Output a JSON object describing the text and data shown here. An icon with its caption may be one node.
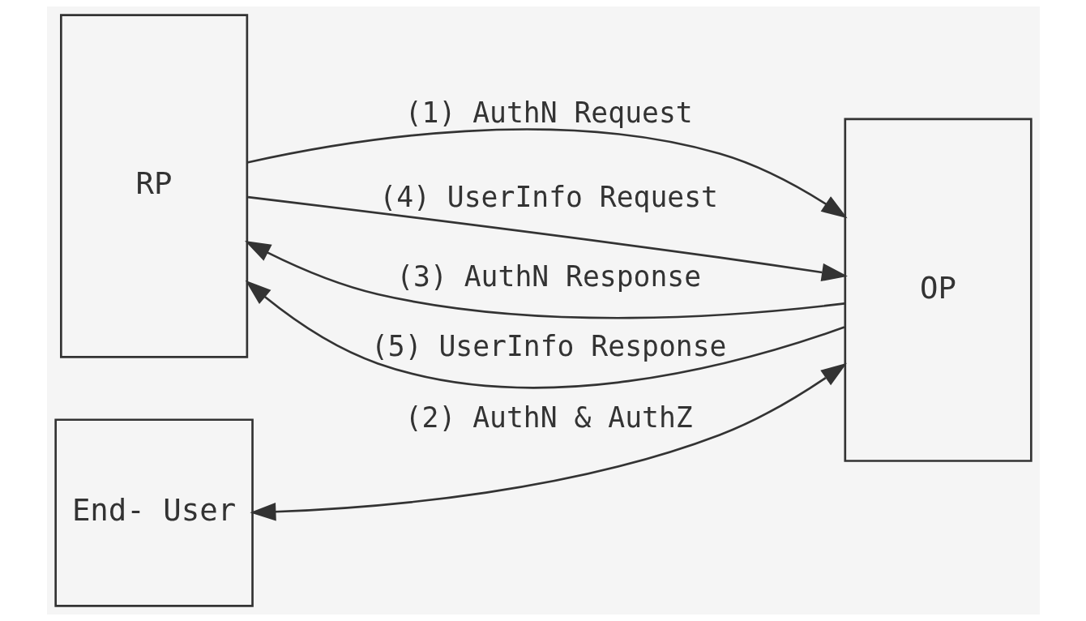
{
  "diagram": {
    "nodes": [
      {
        "text": [
          "RP"
        ]
      },
      {
        "text": [
          "End- User"
        ]
      },
      {
        "text": [
          "OP"
        ]
      }
    ],
    "edges": [
      {
        "from": 0,
        "to": 2,
        "arrow": "to",
        "label": "(1) AuthN Request"
      },
      {
        "from": 1,
        "to": 2,
        "arrow": "both",
        "label": "(2) AuthN & AuthZ"
      },
      {
        "from": 2,
        "to": 0,
        "arrow": "to",
        "label": "(3) AuthN Response"
      },
      {
        "from": 0,
        "to": 2,
        "arrow": "to",
        "label": "(4) UserInfo Request"
      },
      {
        "from": 2,
        "to": 0,
        "arrow": "to",
        "label": "(5) UserInfo Response"
      }
    ]
  }
}
